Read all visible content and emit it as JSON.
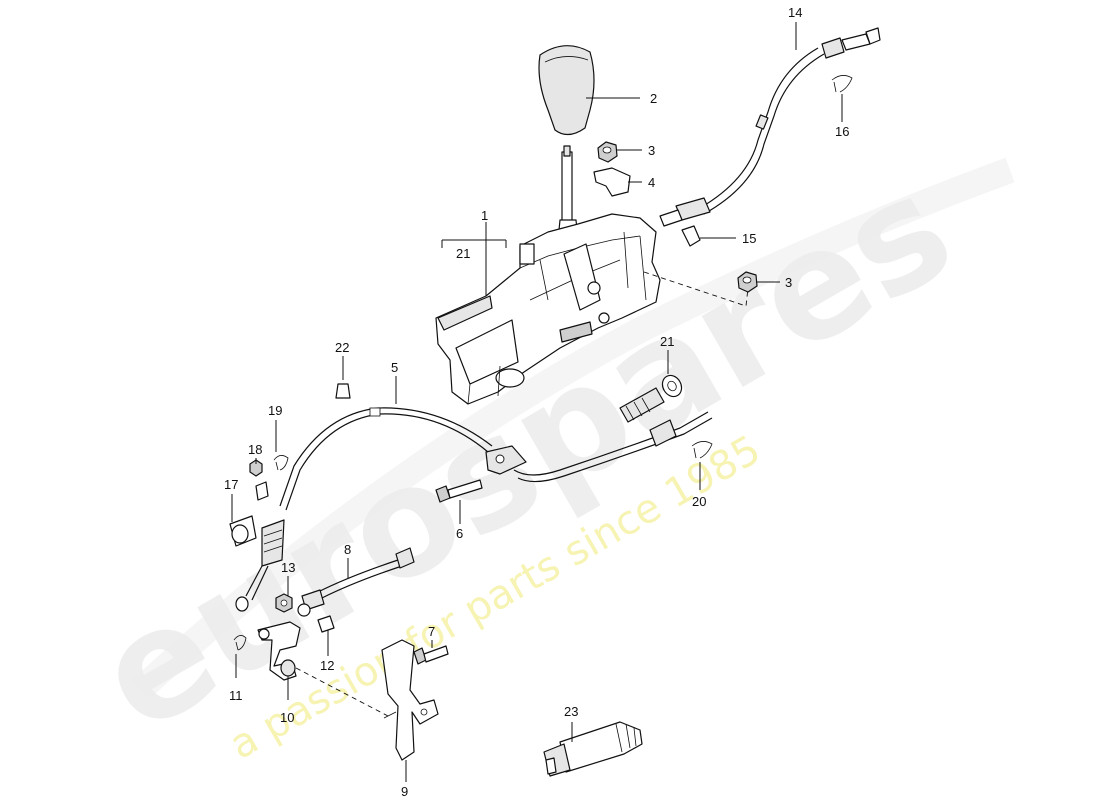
{
  "watermark": {
    "brand": "eurospares",
    "tagline": "a passion for parts since 1985"
  },
  "callouts": {
    "c1": "1",
    "c2": "2",
    "c3a": "3",
    "c3b": "3",
    "c4": "4",
    "c5": "5",
    "c6": "6",
    "c7": "7",
    "c8": "8",
    "c9": "9",
    "c10": "10",
    "c11": "11",
    "c12": "12",
    "c13": "13",
    "c14": "14",
    "c15": "15",
    "c16": "16",
    "c17": "17",
    "c18": "18",
    "c19": "19",
    "c20": "20",
    "c21a": "21",
    "c21b": "21",
    "c22": "22",
    "c23": "23"
  },
  "colors": {
    "line": "#111111",
    "watermark_grey": "#ececec",
    "watermark_yellow": "#f3f09a"
  }
}
